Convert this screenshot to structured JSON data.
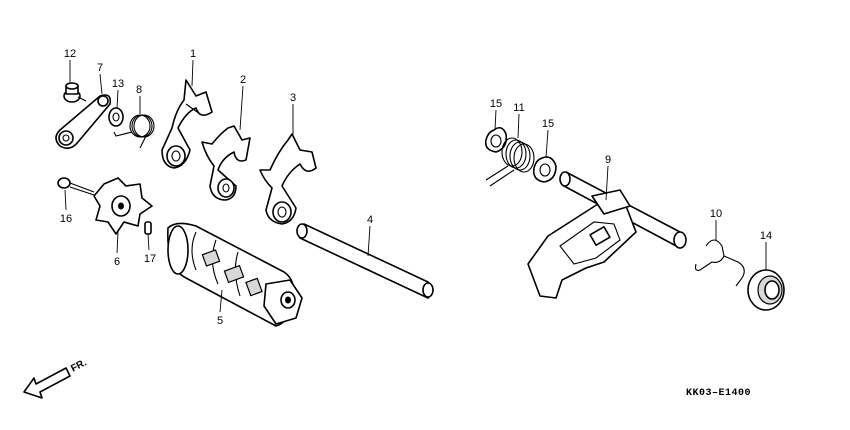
{
  "callouts": [
    {
      "id": "c1",
      "label": "1"
    },
    {
      "id": "c2",
      "label": "2"
    },
    {
      "id": "c3",
      "label": "3"
    },
    {
      "id": "c4",
      "label": "4"
    },
    {
      "id": "c5",
      "label": "5"
    },
    {
      "id": "c6",
      "label": "6"
    },
    {
      "id": "c7",
      "label": "7"
    },
    {
      "id": "c8",
      "label": "8"
    },
    {
      "id": "c9",
      "label": "9"
    },
    {
      "id": "c10",
      "label": "10"
    },
    {
      "id": "c11",
      "label": "11"
    },
    {
      "id": "c12",
      "label": "12"
    },
    {
      "id": "c13",
      "label": "13"
    },
    {
      "id": "c14",
      "label": "14"
    },
    {
      "id": "c15a",
      "label": "15"
    },
    {
      "id": "c15b",
      "label": "15"
    },
    {
      "id": "c16",
      "label": "16"
    },
    {
      "id": "c17",
      "label": "17"
    }
  ],
  "direction_label": "FR.",
  "diagram_code": "KK03–E1400"
}
